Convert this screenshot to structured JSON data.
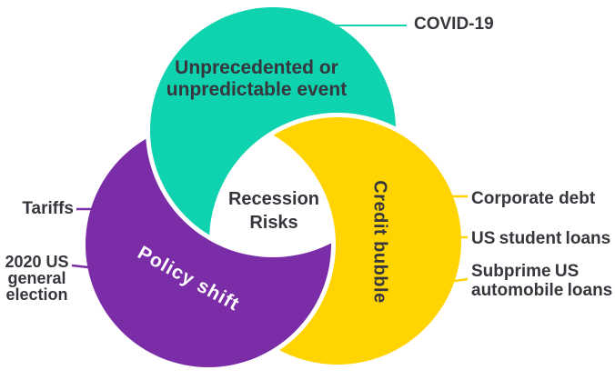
{
  "title": "Recession Risks",
  "colors": {
    "teal": "#0FD2AE",
    "purple": "#7B2CA7",
    "yellow": "#FFD400",
    "dark_text": "#36363C",
    "white_text": "#FFFFFF",
    "background": "#FFFFFF"
  },
  "center": {
    "line1": "Recession",
    "line2": "Risks"
  },
  "segments": {
    "event": {
      "label_line1": "Unprecedented or",
      "label_line2": "unpredictable event"
    },
    "policy": {
      "label": "Policy shift"
    },
    "credit": {
      "label": "Credit bubble"
    }
  },
  "callouts": {
    "covid": {
      "label": "COVID-19"
    },
    "tariffs": {
      "label": "Tariffs"
    },
    "election": {
      "line1": "2020 US",
      "line2": "general",
      "line3": "election"
    },
    "corporate_debt": {
      "label": "Corporate debt"
    },
    "student_loans": {
      "label": "US student loans"
    },
    "subprime": {
      "line1": "Subprime US",
      "line2": "automobile loans"
    }
  }
}
